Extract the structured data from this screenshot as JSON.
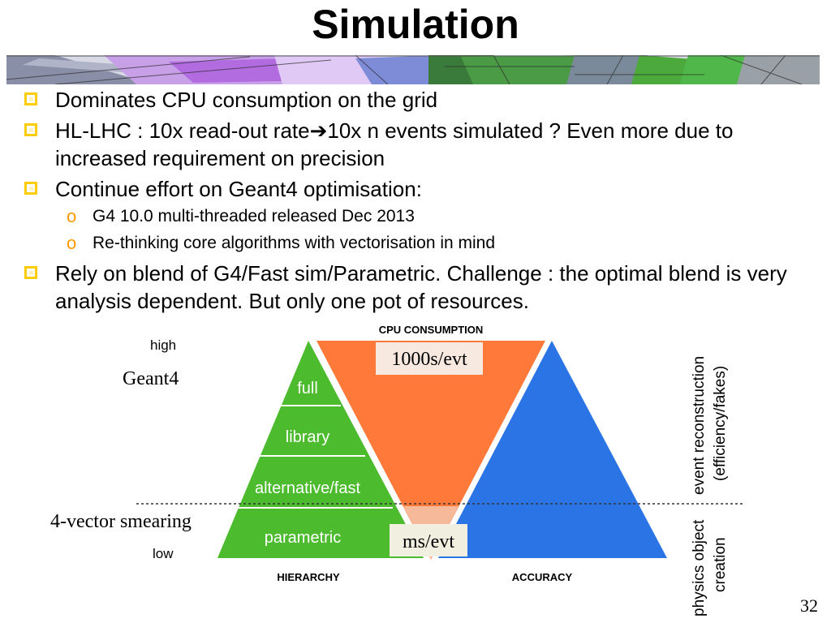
{
  "slide": {
    "title": "Simulation",
    "page_number": "32"
  },
  "bullets": [
    {
      "text": "Dominates CPU consumption on the grid"
    },
    {
      "text": "HL-LHC : 10x read-out rate➔10x n events simulated ? Even more due to increased requirement on precision"
    },
    {
      "text": "Continue effort on Geant4 optimisation:",
      "subitems": [
        "G4 10.0 multi-threaded released Dec 2013",
        "Re-thinking core algorithms with vectorisation in mind"
      ]
    },
    {
      "text": "Rely on blend of G4/Fast sim/Parametric. Challenge : the optimal blend is very analysis dependent. But only one pot of resources."
    }
  ],
  "subbullet_marker": "o",
  "diagram": {
    "hierarchy_label": "HIERARCHY",
    "cpu_label": "CPU CONSUMPTION",
    "accuracy_label": "ACCURACY",
    "high_label": "high",
    "low_label": "low",
    "levels": [
      "full",
      "library",
      "alternative/fast",
      "parametric"
    ],
    "cpu_top_tag": "1000s/evt",
    "cpu_bottom_tag": "ms/evt",
    "geant4_label": "Geant4",
    "smearing_label": "4-vector smearing",
    "right_label_upper": [
      "event reconstruction",
      "(efficiency/fakes)"
    ],
    "right_label_lower": [
      "physics object",
      "creation"
    ],
    "colors": {
      "green": "#4cbb2e",
      "orange": "#ff7a3a",
      "blue": "#2b74e6",
      "bullet": "#ffcc00",
      "sub_marker": "#ff9900"
    }
  }
}
